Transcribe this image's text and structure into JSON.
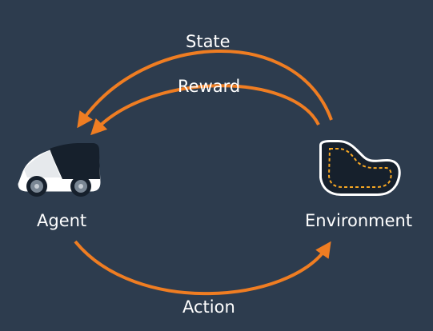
{
  "labels": {
    "state": "State",
    "reward": "Reward",
    "agent": "Agent",
    "environment": "Environment",
    "action": "Action"
  },
  "colors": {
    "background": "#2d3c4e",
    "arrow": "#ef7d22",
    "text": "#ffffff",
    "track_dash": "#f5a623"
  },
  "icons": {
    "agent": "car-icon",
    "environment": "race-track-icon"
  }
}
